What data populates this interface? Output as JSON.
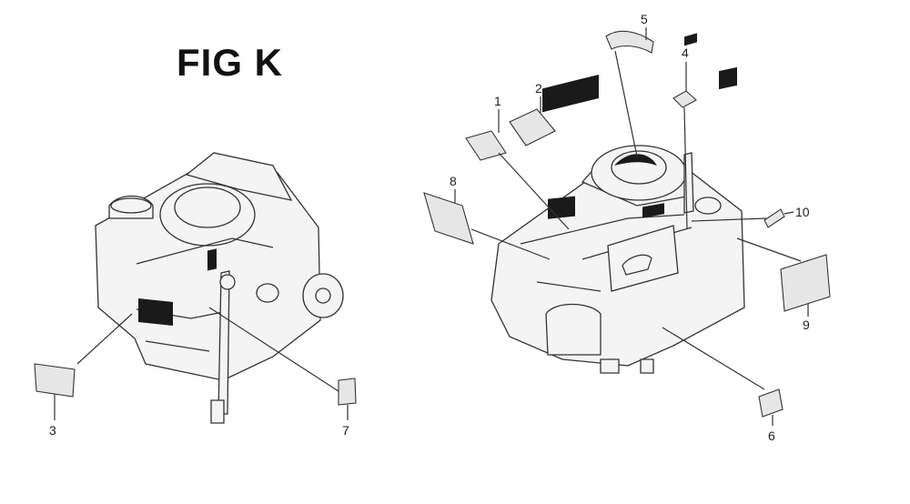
{
  "figure": {
    "title": "FIG K"
  },
  "callouts": [
    {
      "id": "c1",
      "label": "1"
    },
    {
      "id": "c2",
      "label": "2"
    },
    {
      "id": "c3",
      "label": "3"
    },
    {
      "id": "c4",
      "label": "4"
    },
    {
      "id": "c5",
      "label": "5"
    },
    {
      "id": "c6",
      "label": "6"
    },
    {
      "id": "c7",
      "label": "7"
    },
    {
      "id": "c8",
      "label": "8"
    },
    {
      "id": "c9",
      "label": "9"
    },
    {
      "id": "c10",
      "label": "10"
    }
  ]
}
